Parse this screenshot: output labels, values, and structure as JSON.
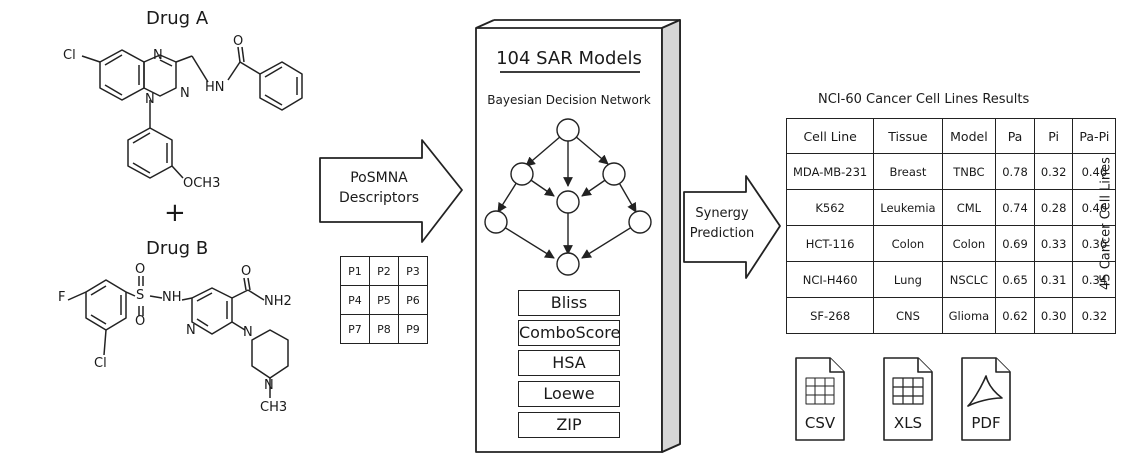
{
  "drug_a": {
    "title": "Drug A",
    "atoms": {
      "cl": "Cl",
      "n1": "N",
      "n2": "N",
      "n3": "N",
      "hn": "HN",
      "o": "O",
      "och3": "OCH3"
    }
  },
  "plus_sign": "+",
  "drug_b": {
    "title": "Drug B",
    "atoms": {
      "f": "F",
      "cl": "Cl",
      "s": "S",
      "o_top": "O",
      "o_bot": "O",
      "nh": "NH",
      "n_pyr": "N",
      "o_amide": "O",
      "nh2": "NH2",
      "n_pip1": "N",
      "n_pip2": "N",
      "ch3": "CH3"
    }
  },
  "descriptor_arrow": {
    "line1": "PoSMNA",
    "line2": "Descriptors"
  },
  "descriptor_grid": [
    [
      "P1",
      "P2",
      "P3"
    ],
    [
      "P4",
      "P5",
      "P6"
    ],
    [
      "P7",
      "P8",
      "P9"
    ]
  ],
  "model_panel": {
    "title": "104 SAR Models",
    "network_title": "Bayesian Decision Network",
    "scores": [
      "Bliss",
      "ComboScore",
      "HSA",
      "Loewe",
      "ZIP"
    ]
  },
  "synergy_arrow": {
    "line1": "Synergy",
    "line2": "Prediction"
  },
  "results": {
    "title": "NCI-60 Cancer Cell Lines Results",
    "headers": [
      "Cell Line",
      "Tissue",
      "Model",
      "Pa",
      "Pi",
      "Pa-Pi"
    ],
    "rows": [
      [
        "MDA-MB-231",
        "Breast",
        "TNBC",
        "0.78",
        "0.32",
        "0.46"
      ],
      [
        "K562",
        "Leukemia",
        "CML",
        "0.74",
        "0.28",
        "0.46"
      ],
      [
        "HCT-116",
        "Colon",
        "Colon",
        "0.69",
        "0.33",
        "0.36"
      ],
      [
        "NCI-H460",
        "Lung",
        "NSCLC",
        "0.65",
        "0.31",
        "0.34"
      ],
      [
        "SF-268",
        "CNS",
        "Glioma",
        "0.62",
        "0.30",
        "0.32"
      ]
    ],
    "side_label": "45 Cancer Cell Lines"
  },
  "files": [
    {
      "label": "CSV",
      "icon": "spreadsheet-icon"
    },
    {
      "label": "XLS",
      "icon": "table-icon"
    },
    {
      "label": "PDF",
      "icon": "acrobat-icon"
    }
  ]
}
